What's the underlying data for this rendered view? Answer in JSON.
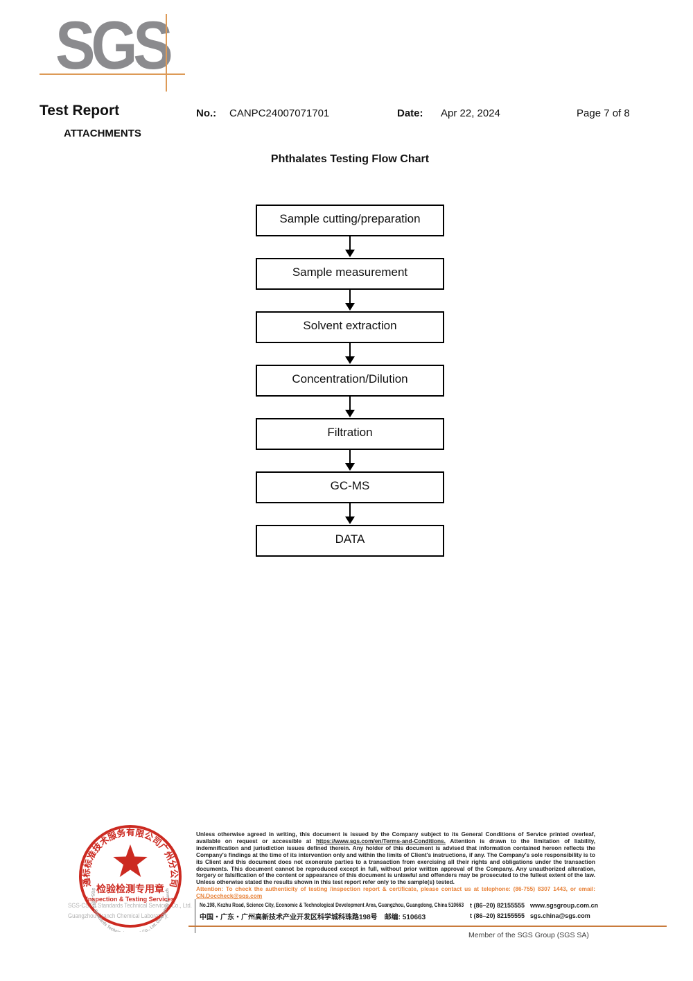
{
  "header": {
    "logo_text": "SGS",
    "title": "Test Report",
    "attachments_label": "ATTACHMENTS",
    "no_label": "No.:",
    "no_value": "CANPC24007071701",
    "date_label": "Date:",
    "date_value": "Apr 22, 2024",
    "page_label": "Page 7 of 8"
  },
  "flowchart": {
    "title": "Phthalates Testing Flow Chart",
    "steps": [
      "Sample cutting/preparation",
      "Sample measurement",
      "Solvent extraction",
      "Concentration/Dilution",
      "Filtration",
      "GC-MS",
      "DATA"
    ]
  },
  "stamp": {
    "ring_text": "通标标准技术服务有限公司广州分公司",
    "cn_label": "检验检测专用章",
    "en_label": "Inspection & Testing Services",
    "arc_gray_text": "SGS-CSTC Standards Technical Services Co., Ltd. Guangzhou Branch"
  },
  "company": {
    "line1": "SGS-CSTC Standards Technical Services Co., Ltd.",
    "line2": "Guangzhou Branch Chemical Laboratory."
  },
  "footer": {
    "legal_part1": "Unless otherwise agreed in writing, this document is issued by the Company subject to its General Conditions of Service printed overleaf, available on request or accessible at ",
    "legal_link": "https://www.sgs.com/en/Terms-and-Conditions.",
    "legal_part2": " Attention is drawn to the limitation of liability, indemnification and jurisdiction issues defined therein. Any holder of this document is advised that information contained hereon reflects the Company's findings at the time of its intervention only and within the limits of Client's instructions, if any. The Company's sole responsibility is to its Client and this document does not exonerate parties to a transaction from exercising all their rights and obligations under the transaction documents. This document cannot be reproduced except in full, without prior written approval of the Company. Any unauthorized alteration, forgery or falsification of the content or appearance of this document is unlawful and offenders may be prosecuted to the fullest extent of the law. Unless otherwise stated the results shown in this test report refer only to the sample(s) tested.",
    "attention_part1": "Attention: To check the authenticity of testing /inspection report & certificate, please contact us at telephone: (86-755) 8307 1443, or email: ",
    "attention_email": "CN.Doccheck@sgs.com",
    "address_en": "No.198, Kezhu Road, Science City, Economic & Technological Development Area, Guangzhou, Guangdong, China 510663",
    "address_cn": "中国・广东・广州高新技术产业开发区科学城科珠路198号　邮编: 510663",
    "tel1": "t (86–20) 82155555",
    "tel2": "t (86–20) 82155555",
    "website": "www.sgsgroup.com.cn",
    "email": "sgs.china@sgs.com",
    "member_text": "Member of the SGS Group (SGS SA)"
  },
  "colors": {
    "logo_gray": "#8b8b8e",
    "crosshair_orange": "#dd9a57",
    "attention_orange": "#e8833a",
    "stamp_red": "#cc2a21",
    "footer_rule_orange": "#c97b3c"
  }
}
